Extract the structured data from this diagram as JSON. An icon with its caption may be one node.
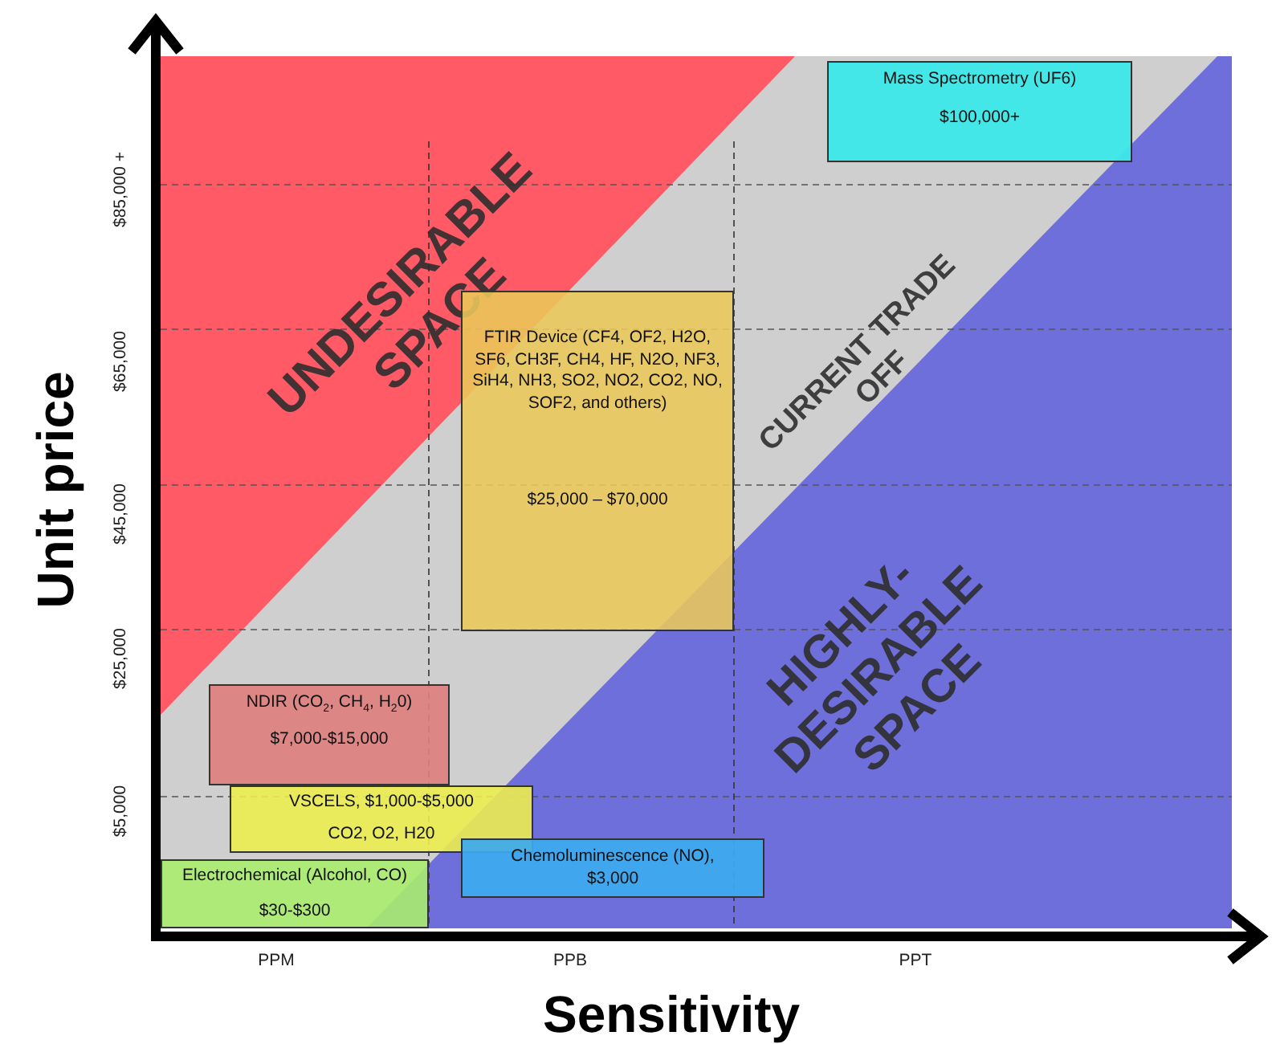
{
  "diagram": {
    "nodes": [
      {
        "text": [
          "Mass Spectrometry (UF6)",
          "$100,000+"
        ]
      },
      {
        "text": [
          "FTIR Device (CF4, OF2, H2O, SF6, CH3F, CH4, HF, N2O, NF3, SiH4, NH3, SO2, NO2, CO2, NO, SOF2, and others)",
          "$25,000 – $70,000"
        ]
      },
      {
        "text": [
          "NDIR (CO$_{2}$, CH$_{4}$, H$_{2}$0)",
          "$7,000-$15,000"
        ]
      },
      {
        "text": [
          "VSCELS, $1,000-$5,000",
          "CO2, O2, H20"
        ]
      },
      {
        "text": [
          "Electrochemical (Alcohol, CO)",
          "$30-$300"
        ]
      },
      {
        "text": [
          "Chemoluminescence (NO), $3,000"
        ]
      }
    ],
    "labels": [
      "UNDESIRABLE SPACE",
      "CURRENT TRADE OFF",
      "HIGHLY-DESIRABLE SPACE",
      "$85,000 +",
      "$65,000",
      "$45,000",
      "$25,000",
      "$5,000",
      "Unit price",
      "PPM",
      "PPB",
      "PPT",
      "Sensitivity"
    ]
  }
}
